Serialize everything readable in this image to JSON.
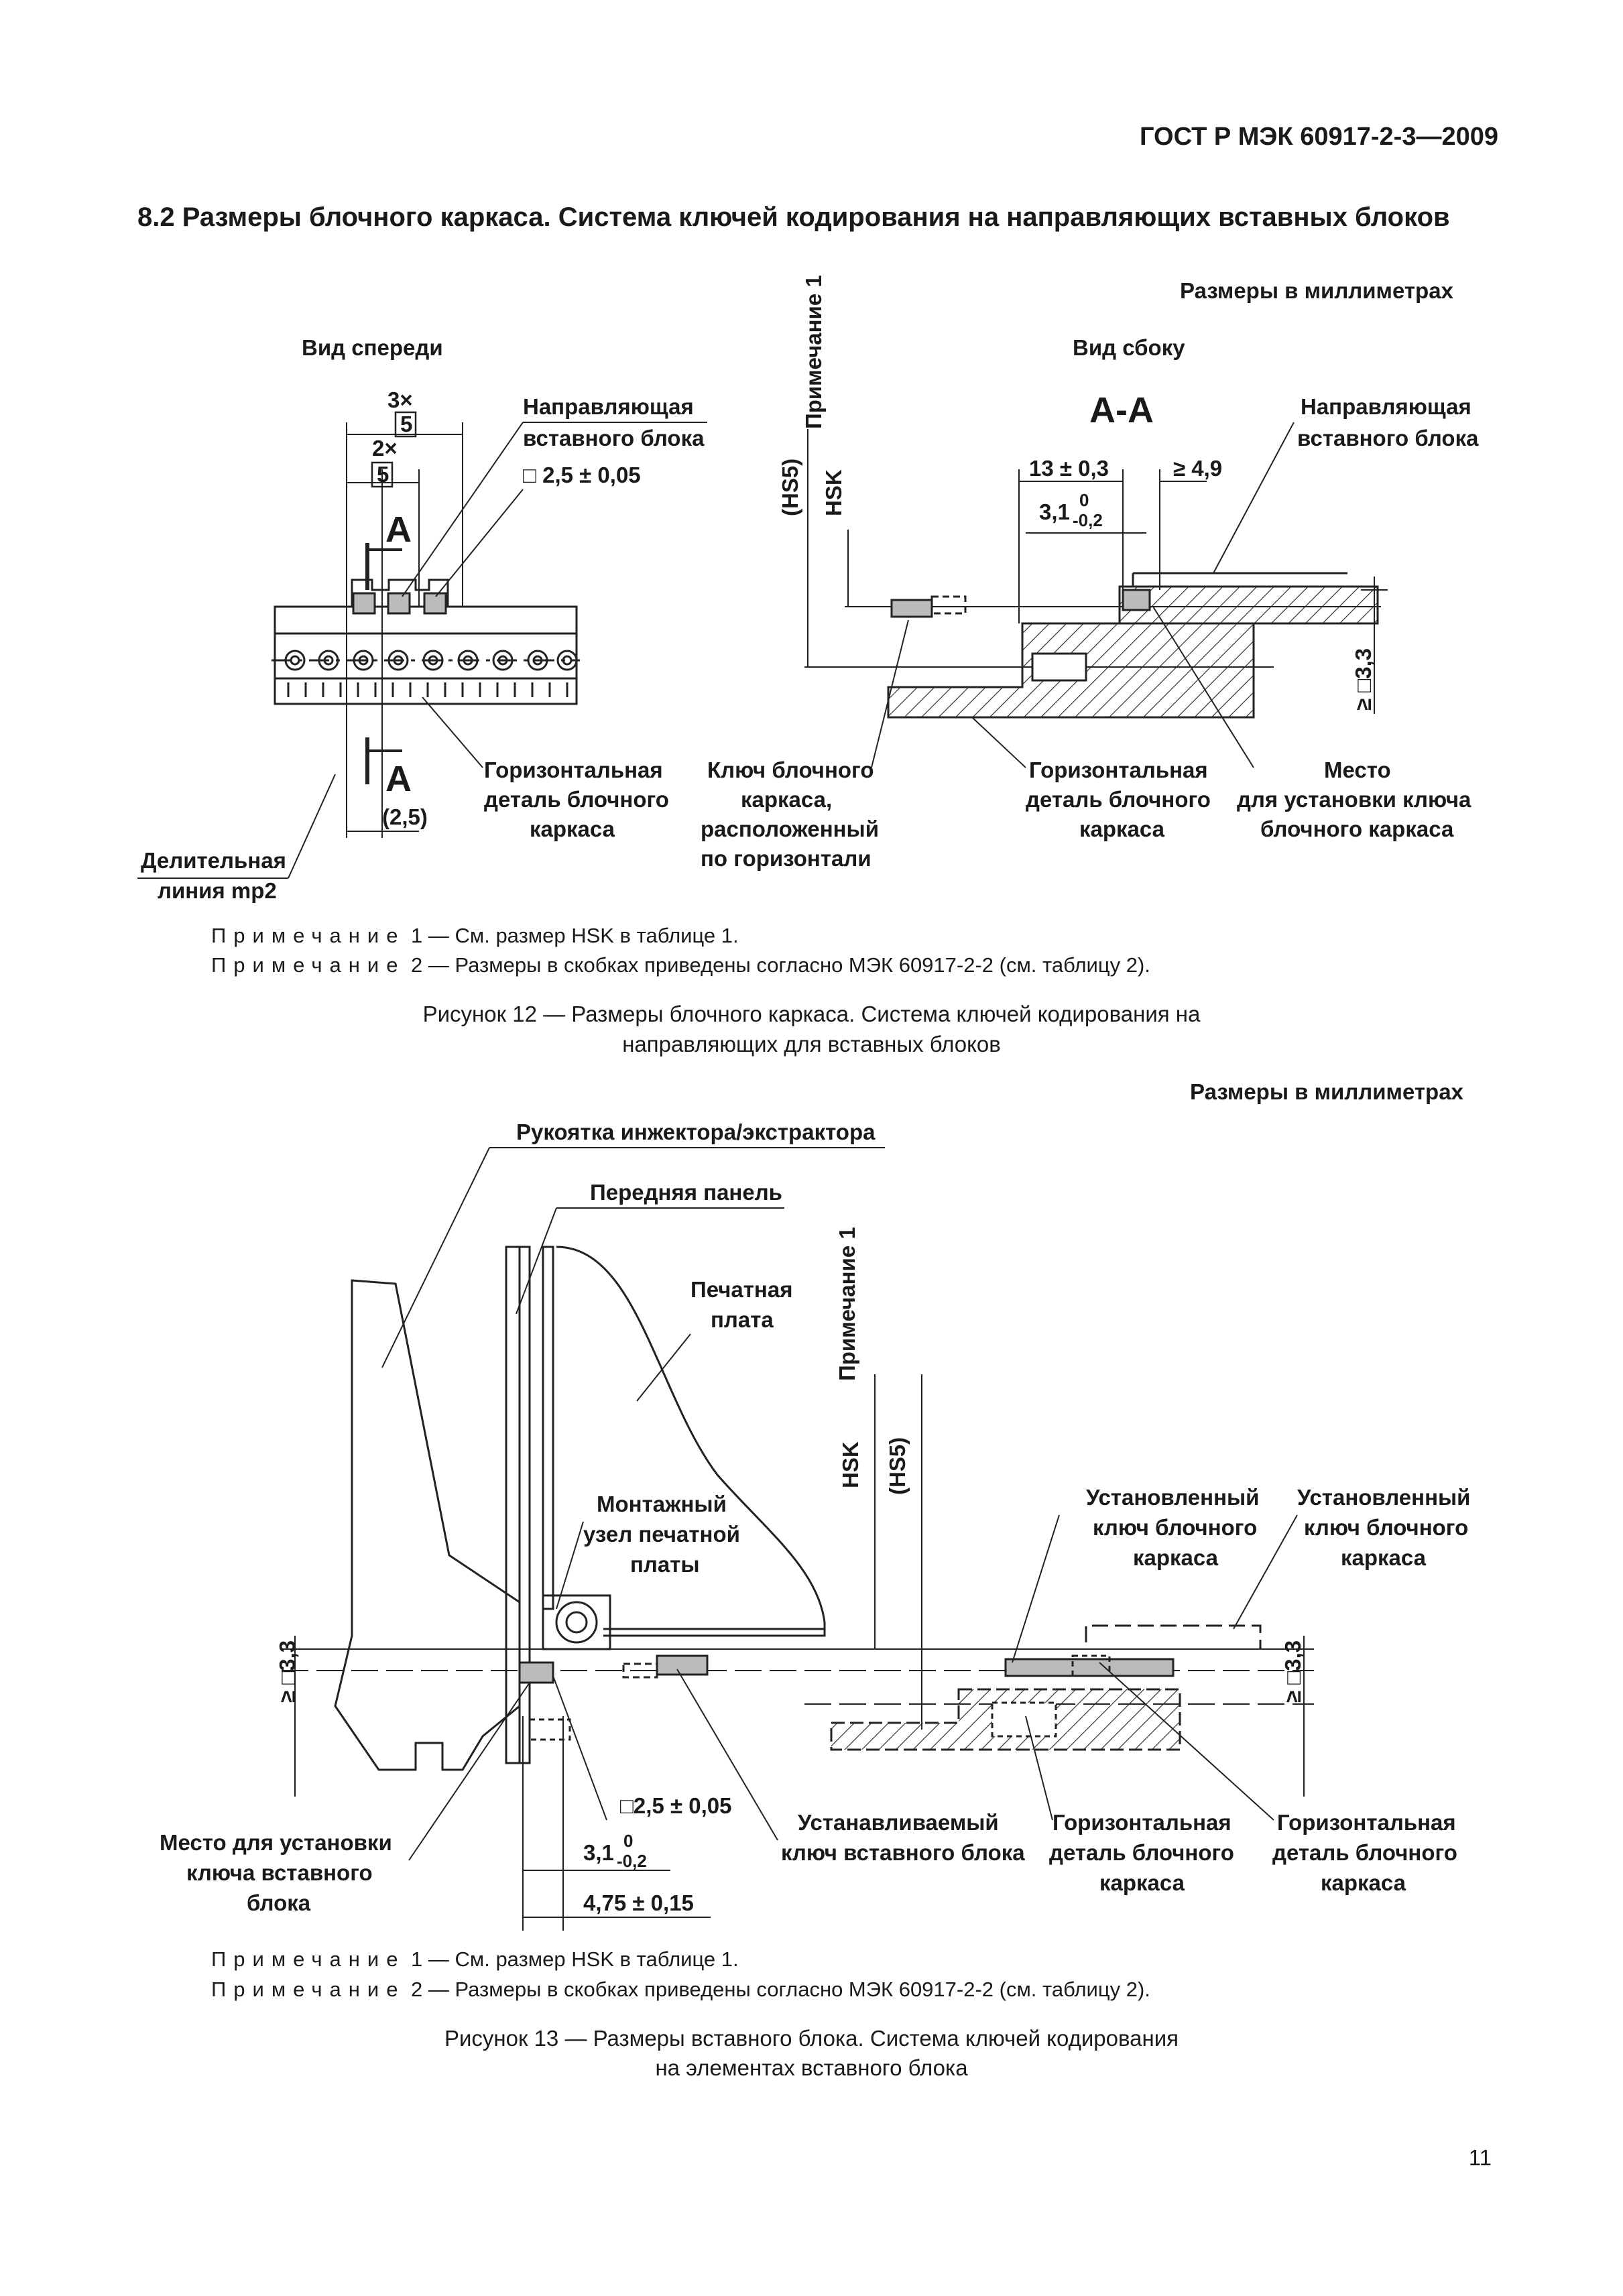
{
  "header": {
    "doc_number": "ГОСТ Р МЭК 60917-2-3—2009"
  },
  "section": {
    "title": "8.2 Размеры блочного каркаса. Система ключей кодирования на направляющих вставных блоков"
  },
  "fig12": {
    "units": "Размеры в миллиметрах",
    "view_front": "Вид спереди",
    "view_side": "Вид сбоку",
    "section_mark": "А-А",
    "cut_letter": "А",
    "dim_3x": "3×",
    "dim_2x": "2×",
    "dim_5": "5",
    "dim_2_5": "(2,5)",
    "dim_sq_2_5": "□ 2,5 ± 0,05",
    "dim_13": "13 ± 0,3",
    "dim_4_9": "≥ 4,9",
    "dim_3_1": "3,1",
    "dim_3_1_sup": "0",
    "dim_3_1_sub": "-0,2",
    "dim_3_3": "≥ □3,3",
    "hs5": "(HS5)",
    "hsk": "HSK",
    "note_vertical": "Примечание 1",
    "labels": {
      "guide_1": "Направляющая",
      "guide_2": "вставного блока",
      "guide_side_1": "Направляющая",
      "guide_side_2": "вставного блока",
      "horiz_1": "Горизонтальная",
      "horiz_2": "деталь блочного",
      "horiz_3": "каркаса",
      "div_1": "Делительная",
      "div_2": "линия mp2",
      "key_1": "Ключ блочного",
      "key_2": "каркаса,",
      "key_3": "расположенный",
      "key_4": "по горизонтали",
      "horiz_side_1": "Горизонтальная",
      "horiz_side_2": "деталь блочного",
      "horiz_side_3": "каркаса",
      "place_1": "Место",
      "place_2": "для установки ключа",
      "place_3": "блочного каркаса"
    },
    "note1_prefix": "Примечание",
    "note1_text": " 1 — См. размер HSK в таблице 1.",
    "note2_prefix": "Примечание",
    "note2_text": " 2 — Размеры в скобках приведены согласно МЭК 60917-2-2 (см. таблицу 2).",
    "caption_1": "Рисунок 12 — Размеры блочного каркаса. Система ключей кодирования на",
    "caption_2": "направляющих для вставных блоков"
  },
  "fig13": {
    "units": "Размеры в миллиметрах",
    "labels": {
      "handle": "Рукоятка инжектора/экстрактора",
      "front": "Передняя панель",
      "pcb_1": "Печатная",
      "pcb_2": "плата",
      "mount_1": "Монтажный",
      "mount_2": "узел печатной",
      "mount_3": "платы",
      "inst_key_1": "Установленный",
      "inst_key_2": "ключ блочного",
      "inst_key_3": "каркаса",
      "inst_key_b1": "Установленный",
      "inst_key_b2": "ключ блочного",
      "inst_key_b3": "каркаса",
      "place_1": "Место для установки",
      "place_2": "ключа вставного",
      "place_3": "блока",
      "dim_sq": "□2,5 ± 0,05",
      "dim_3_1": "3,1",
      "dim_3_1_sup": "0",
      "dim_3_1_sub": "-0,2",
      "dim_4_75": "4,75 ± 0,15",
      "dim_3_3": "≥ □3,3",
      "installing_1": "Устанавливаемый",
      "installing_2": "ключ вставного блока",
      "horiz_1": "Горизонтальная",
      "horiz_2": "деталь блочного",
      "horiz_3": "каркаса",
      "horiz_b1": "Горизонтальная",
      "horiz_b2": "деталь блочного",
      "horiz_b3": "каркаса",
      "hsk": "HSK",
      "hs5": "(HS5)",
      "note_vertical": "Примечание 1"
    },
    "note1_prefix": "Примечание",
    "note1_text": " 1 — См. размер HSK в таблице 1.",
    "note2_prefix": "Примечание",
    "note2_text": " 2 — Размеры в скобках приведены согласно МЭК 60917-2-2 (см. таблицу 2).",
    "caption_1": "Рисунок 13 — Размеры вставного блока. Система ключей кодирования",
    "caption_2": "на элементах вставного блока"
  },
  "page_number": "11"
}
